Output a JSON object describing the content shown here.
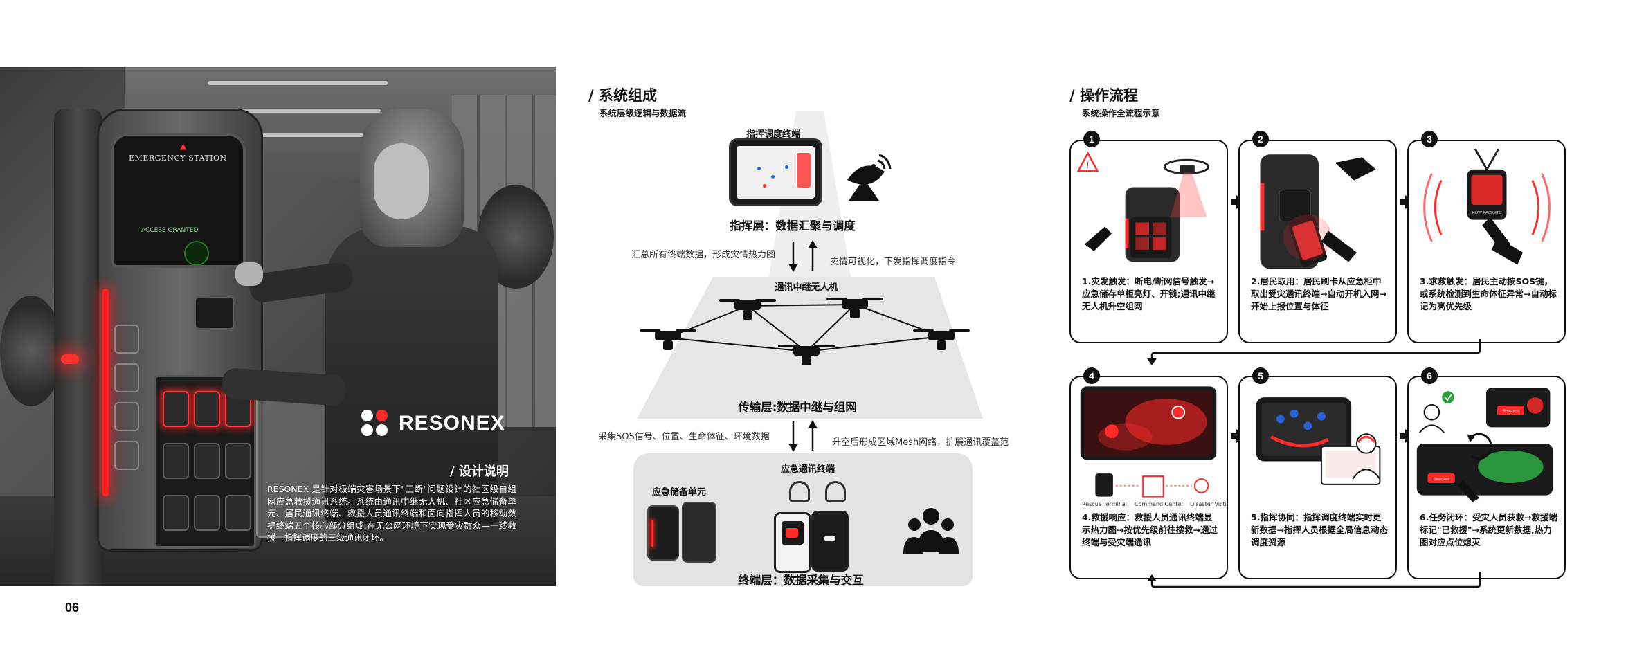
{
  "page": {
    "number": "06"
  },
  "brand": {
    "name": "RESONEX"
  },
  "kiosk": {
    "screen_title": "EMERGENCY STATION",
    "screen_status": "ACCESS GRANTED"
  },
  "design": {
    "title": "/ 设计说明",
    "text": "RESONEX 是针对极端灾害场景下\"三断\"问题设计的社区级自组网应急救援通讯系统。系统由通讯中继无人机、社区应急储备单元、居民通讯终端、救援人员通讯终端和面向指挥人员的移动数据终端五个核心部分组成,在无公网环境下实现受灾群众—一线救援—指挥调度的三级通讯闭环。"
  },
  "system": {
    "title": "/ 系统组成",
    "subtitle": "系统层级逻辑与数据流",
    "command_terminal": "指挥调度终端",
    "command_layer": "指挥层：数据汇聚与调度",
    "up_note": "汇总所有终端数据，形成灾情热力图",
    "down_note": "灾情可视化，下发指挥调度指令",
    "relay_drone": "通讯中继无人机",
    "transport_layer": "传输层:数据中继与组网",
    "collect_note": "采集SOS信号、位置、生命体征、环境数据",
    "mesh_note": "升空后形成区域Mesh网络，扩展通讯覆盖范",
    "emergency_terminal": "应急通讯终端",
    "storage_unit": "应急储备单元",
    "terminal_layer": "终端层：数据采集与交互"
  },
  "flow": {
    "title": "/ 操作流程",
    "subtitle": "系统操作全流程示意",
    "steps": [
      {
        "num": "1",
        "text": "1.灾发触发：断电/断网信号触发→应急储存单柜亮灯、开锁;通讯中继无人机升空组网"
      },
      {
        "num": "2",
        "text": "2.居民取用：居民刷卡从应急柜中取出受灾通讯终端→自动开机入网→开始上报位置与体征"
      },
      {
        "num": "3",
        "text": "3.求救触发：居民主动按SOS键，或系统检测到生命体征异常→自动标记为高优先级"
      },
      {
        "num": "4",
        "text": "4.救援响应：救援人员通讯终端显示热力图→按优先级前往搜救→通过终端与受灾端通讯"
      },
      {
        "num": "5",
        "text": "5.指挥协同：指挥调度终端实时更新数据→指挥人员根据全局信息动态调度资源"
      },
      {
        "num": "6",
        "text": "6.任务闭环：受灾人员获救→救援端标记\"已救援\"→系统更新数据,热力图对应点位熄灭"
      }
    ],
    "step4_labels": {
      "rescue": "Rescue Terminal",
      "command": "Command Center",
      "victim": "Disaster Victim"
    },
    "step3_device_label": "HOW PACKETS",
    "step6_tag": "Rescued",
    "step6_tag2": "Rescued"
  },
  "colors": {
    "accent": "#ff2a2a",
    "ink": "#111111"
  }
}
